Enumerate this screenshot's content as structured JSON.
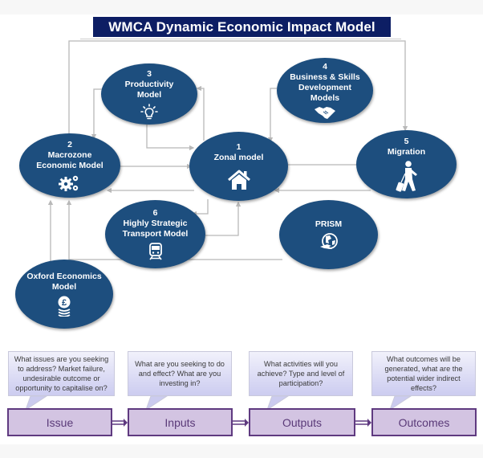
{
  "title": "WMCA Dynamic Economic Impact Model",
  "nodes": {
    "zonal": {
      "number": "1",
      "label": "Zonal model",
      "icon": "house-icon"
    },
    "macrozone": {
      "number": "2",
      "label_line1": "Macrozone",
      "label_line2": "Economic Model",
      "icon": "gears-icon"
    },
    "productivity": {
      "number": "3",
      "label_line1": "Productivity",
      "label_line2": "Model",
      "icon": "lightbulb-icon"
    },
    "business": {
      "number": "4",
      "label_line1": "Business & Skills",
      "label_line2": "Development",
      "label_line3": "Models",
      "icon": "handshake-icon"
    },
    "migration": {
      "number": "5",
      "label": "Migration",
      "icon": "traveler-icon"
    },
    "transport": {
      "number": "6",
      "label_line1": "Highly Strategic",
      "label_line2": "Transport Model",
      "icon": "train-icon"
    },
    "prism": {
      "label": "PRISM",
      "icon": "globe-plane-icon"
    },
    "oxford": {
      "label_line1": "Oxford Economics",
      "label_line2": "Model",
      "icon": "pound-coins-icon"
    }
  },
  "flow": {
    "stages": [
      {
        "label": "Issue",
        "question": "What issues are you seeking to address? Market failure, undesirable outcome or opportunity to capitalise on?"
      },
      {
        "label": "Inputs",
        "question": "What are you seeking to do and effect? What are you investing in?"
      },
      {
        "label": "Outputs",
        "question": "What activities will you achieve? Type and level of participation?"
      },
      {
        "label": "Outcomes",
        "question": "What outcomes will be generated, what are the potential wider indirect effects?"
      }
    ]
  },
  "colors": {
    "title_bg": "#0d1e64",
    "node_fill": "#1d4e7e",
    "connector": "#b8b8b8",
    "stage_fill": "#d3c4e2",
    "stage_border": "#5f3a80",
    "callout_fill": "#dcdcf5"
  }
}
